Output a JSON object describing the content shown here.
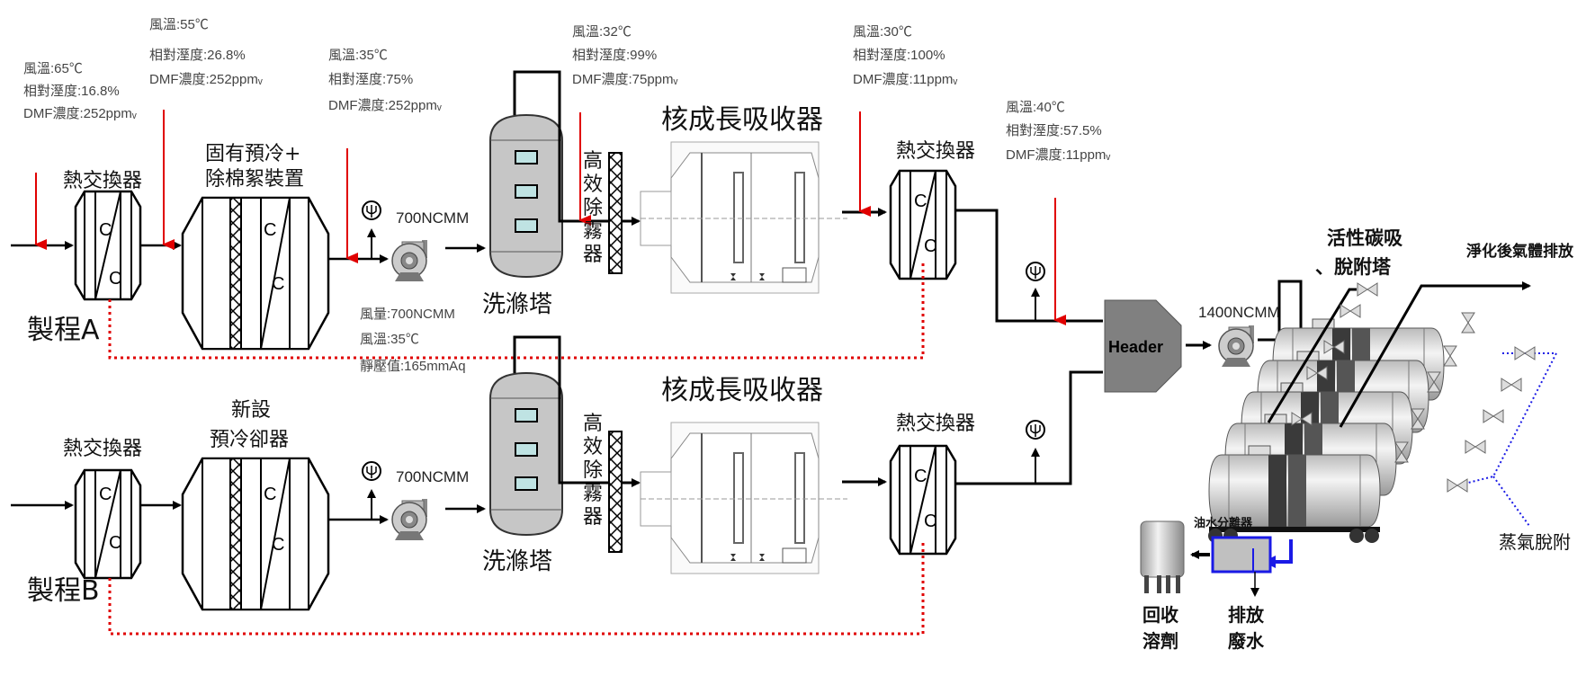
{
  "title": "DMF process exhaust treatment flow",
  "colors": {
    "line": "#000000",
    "red": "#e00000",
    "dotted_red": "#e00000",
    "blue": "#1a1ae6",
    "header": "#808080"
  },
  "conditions": {
    "a_inlet": [
      "風溫:65℃",
      "相對溼度:16.8%",
      "DMF濃度:252ppmᵥ"
    ],
    "a_after_hx": [
      "風溫:55℃",
      "相對溼度:26.8%",
      "DMF濃度:252ppmᵥ"
    ],
    "a_after_precool": [
      "風溫:35℃",
      "相對溼度:75%",
      "DMF濃度:252ppmᵥ"
    ],
    "after_scrubber": [
      "風溫:32℃",
      "相對溼度:99%",
      "DMF濃度:75ppmᵥ"
    ],
    "after_absorber": [
      "風溫:30℃",
      "相對溼度:100%",
      "DMF濃度:11ppmᵥ"
    ],
    "after_reheat": [
      "風溫:40℃",
      "相對溼度:57.5%",
      "DMF濃度:11ppmᵥ"
    ],
    "fan": [
      "風量:700NCMM",
      "風溫:35℃",
      "靜壓值:165mmAq"
    ]
  },
  "process_a": {
    "label": "製程A",
    "hx_label": "熱交換器",
    "precool_label_1": "固有預冷+",
    "precool_label_2": "除棉絮裝置",
    "fan_flow": "700NCMM",
    "scrubber_label": "洗滌塔",
    "demister_label": [
      "高",
      "效",
      "除",
      "霧",
      "器"
    ],
    "absorber_label": "核成長吸收器",
    "reheat_label": "熱交換器"
  },
  "process_b": {
    "label": "製程B",
    "hx_label": "熱交換器",
    "precool_label_1": "新設",
    "precool_label_2": "預冷卻器",
    "fan_flow": "700NCMM",
    "scrubber_label": "洗滌塔",
    "demister_label": [
      "高",
      "效",
      "除",
      "霧",
      "器"
    ],
    "absorber_label": "核成長吸收器",
    "reheat_label": "熱交換器"
  },
  "hx_symbol": "C",
  "header_label": "Header",
  "main_fan_flow": "1400NCMM",
  "adsorber_label_1": "活性碳吸",
  "adsorber_label_2": "、脫附塔",
  "exhaust_label": "淨化後氣體排放",
  "steam_label": "蒸氣脫附",
  "separator_label": "油水分離器",
  "recover_label": [
    "回收",
    "溶劑"
  ],
  "drain_label": [
    "排放",
    "廢水"
  ]
}
